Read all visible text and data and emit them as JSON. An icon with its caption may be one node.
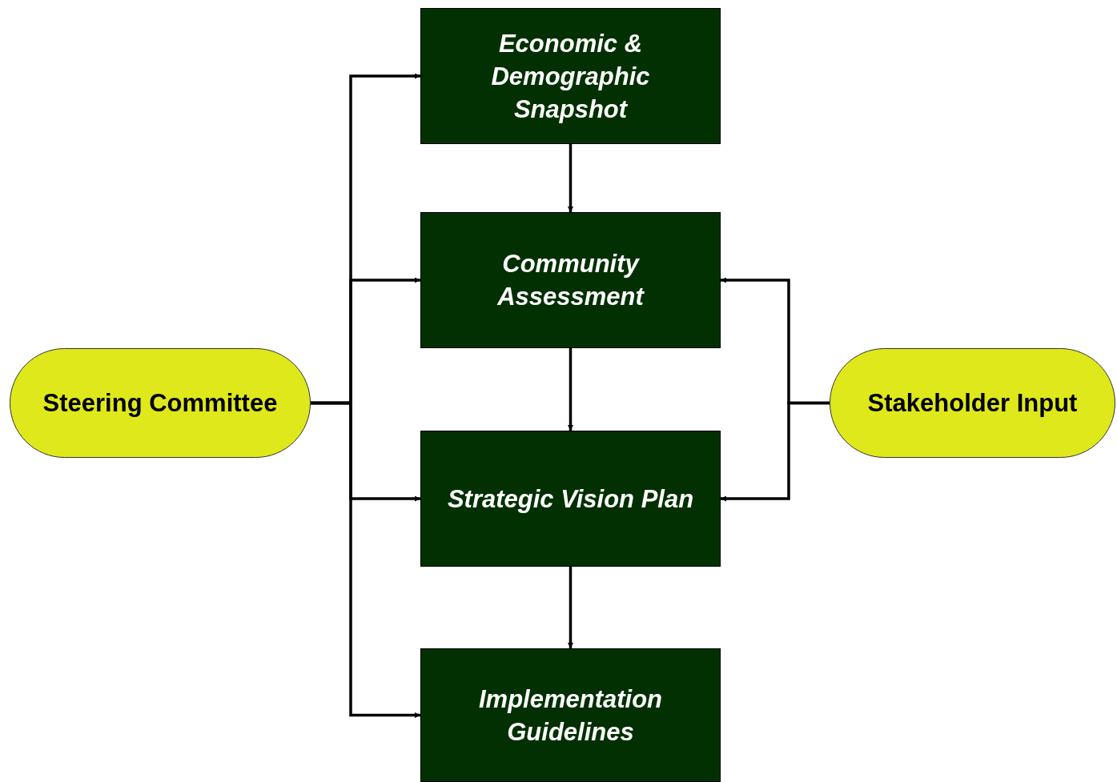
{
  "diagram": {
    "nodes": [
      {
        "text": [
          "Steering Committee"
        ]
      },
      {
        "text": [
          "Economic & Demographic Snapshot"
        ]
      },
      {
        "text": [
          "Community Assessment"
        ]
      },
      {
        "text": [
          "Strategic Vision Plan"
        ]
      },
      {
        "text": [
          "Implementation Guidelines"
        ]
      },
      {
        "text": [
          "Stakeholder Input"
        ]
      }
    ],
    "edges": [
      {
        "from": 1,
        "to": 2,
        "arrow": "to"
      },
      {
        "from": 2,
        "to": 3,
        "arrow": "to"
      },
      {
        "from": 3,
        "to": 4,
        "arrow": "to"
      },
      {
        "from": 0,
        "to": 1,
        "arrow": "to"
      },
      {
        "from": 0,
        "to": 2,
        "arrow": "to"
      },
      {
        "from": 0,
        "to": 3,
        "arrow": "to"
      },
      {
        "from": 0,
        "to": 4,
        "arrow": "to"
      },
      {
        "from": 5,
        "to": 2,
        "arrow": "to"
      },
      {
        "from": 5,
        "to": 3,
        "arrow": "to"
      }
    ]
  }
}
